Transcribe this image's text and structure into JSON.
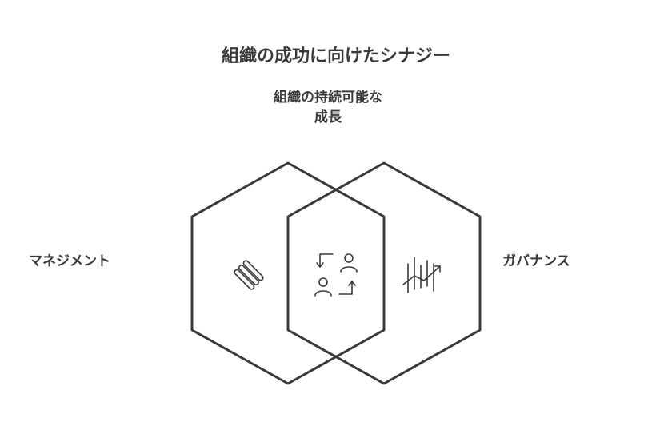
{
  "title": "組織の成功に向けたシナジー",
  "intersection": {
    "label_line1": "組織の持続可能な",
    "label_line2": "成長",
    "icon": "people-exchange-icon"
  },
  "left": {
    "label": "マネジメント",
    "icon": "stacked-bars-icon"
  },
  "right": {
    "label": "ガバナンス",
    "icon": "trend-chart-icon"
  },
  "colors": {
    "stroke": "#3a3a3a",
    "text": "#3a3a3a",
    "background": "#ffffff"
  }
}
